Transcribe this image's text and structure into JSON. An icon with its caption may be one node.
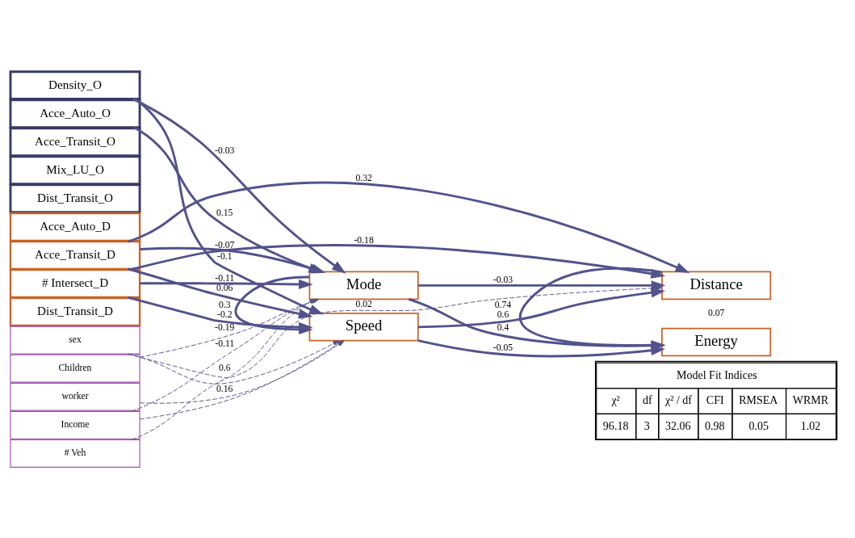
{
  "diagram": {
    "nodes": [
      {
        "text": [
          "Density_O"
        ]
      },
      {
        "text": [
          "Acce_Auto_O"
        ]
      },
      {
        "text": [
          "Acce_Transit_O"
        ]
      },
      {
        "text": [
          "Mix_LU_O"
        ]
      },
      {
        "text": [
          "Dist_Transit_O"
        ]
      },
      {
        "text": [
          "Acce_Auto_D"
        ]
      },
      {
        "text": [
          "Acce_Transit_D"
        ]
      },
      {
        "text": [
          "# Intersect_D"
        ]
      },
      {
        "text": [
          "Dist_Transit_D"
        ]
      },
      {
        "text": [
          "sex"
        ]
      },
      {
        "text": [
          "Children"
        ]
      },
      {
        "text": [
          "worker"
        ]
      },
      {
        "text": [
          "Income"
        ]
      },
      {
        "text": [
          "# Veh"
        ]
      },
      {
        "text": [
          "Speed"
        ]
      },
      {
        "text": [
          "Mode"
        ]
      },
      {
        "text": [
          "Distance"
        ]
      },
      {
        "text": [
          "Energy"
        ]
      }
    ],
    "edges": [
      {
        "from": 0,
        "to": 14,
        "arrow": "to",
        "label": "-0.1"
      },
      {
        "from": 0,
        "to": 15,
        "arrow": "to",
        "label": "-0.03"
      },
      {
        "from": 1,
        "to": 15,
        "arrow": "to",
        "label": "0.15"
      },
      {
        "from": 6,
        "to": 14,
        "arrow": "to",
        "label": "0.06"
      },
      {
        "from": 6,
        "to": 16,
        "arrow": "to",
        "label": "0.32"
      },
      {
        "from": 6,
        "to": 15,
        "arrow": "to",
        "label": "-0.07"
      },
      {
        "from": 7,
        "to": 14,
        "arrow": "to",
        "label": "-0.2"
      },
      {
        "from": 7,
        "to": 16,
        "arrow": "to",
        "label": "-0.18"
      },
      {
        "from": 7,
        "to": 15,
        "arrow": "to",
        "label": "-0.11"
      },
      {
        "from": 15,
        "to": 14,
        "arrow": "to",
        "label": "0.3"
      },
      {
        "from": 14,
        "to": 16,
        "arrow": "to",
        "label": "0.6"
      },
      {
        "from": 14,
        "to": 17,
        "arrow": "to",
        "label": "-0.05"
      },
      {
        "from": 15,
        "to": 16,
        "arrow": "to",
        "label": "-0.03"
      },
      {
        "from": 15,
        "to": 17,
        "arrow": "to",
        "label": "0.4"
      },
      {
        "from": 16,
        "to": 17,
        "arrow": "to",
        "label": "0.74"
      },
      {
        "from": 9,
        "to": 14,
        "arrow": "to",
        "style": "dashed"
      },
      {
        "from": 9,
        "to": 16,
        "arrow": "to",
        "style": "dashed",
        "label": "0.02"
      },
      {
        "from": 10,
        "to": 15,
        "arrow": "to",
        "style": "dashed",
        "label": "-0.19"
      },
      {
        "from": 11,
        "to": 14,
        "arrow": "to",
        "style": "dashed",
        "label": "0.16"
      },
      {
        "from": 12,
        "to": 14,
        "arrow": "to",
        "style": "dashed"
      },
      {
        "from": 12,
        "to": 15,
        "arrow": "to",
        "style": "dashed",
        "label": "-0.11"
      },
      {
        "from": 13,
        "to": 15,
        "arrow": "to",
        "style": "dashed",
        "label": "0.6"
      }
    ],
    "labels": [
      "0.07",
      "Model Fit Indices",
      "χ²",
      "df",
      "χ² / df",
      "CFI",
      "RMSEA",
      "WRMR",
      "96.18",
      "3",
      "32.06",
      "0.98",
      "0.05",
      "1.02"
    ]
  }
}
